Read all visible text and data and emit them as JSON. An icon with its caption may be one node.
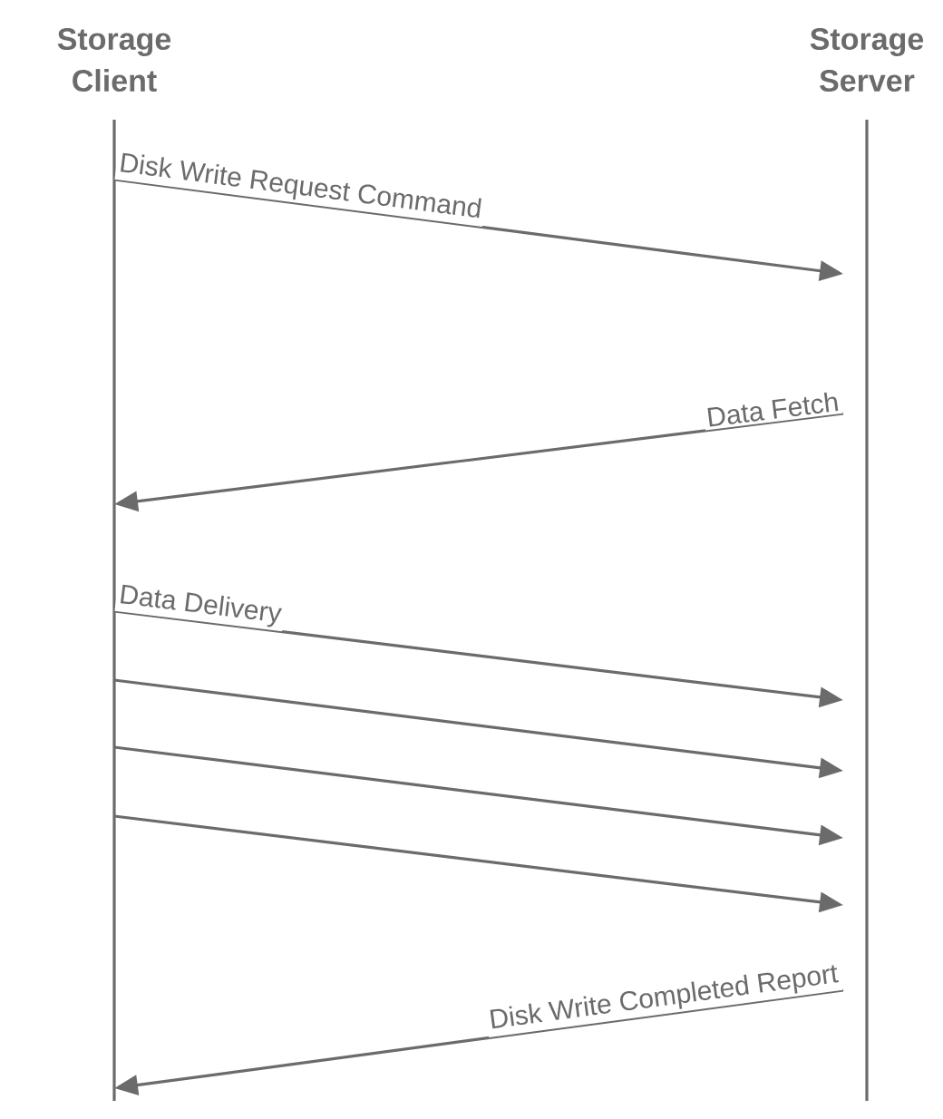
{
  "diagram": {
    "nodes": [
      {
        "text": [
          "Storage Client"
        ]
      },
      {
        "text": [
          "Storage Server"
        ]
      }
    ],
    "edges": [
      {
        "from": 0,
        "to": 1,
        "arrow": "to",
        "label": "Disk Write Request Command"
      },
      {
        "from": 1,
        "to": 0,
        "arrow": "to",
        "label": "Data Fetch"
      },
      {
        "from": 0,
        "to": 1,
        "arrow": "to",
        "label": "Data Delivery"
      },
      {
        "from": 0,
        "to": 1,
        "arrow": "to"
      },
      {
        "from": 0,
        "to": 1,
        "arrow": "to"
      },
      {
        "from": 0,
        "to": 1,
        "arrow": "to"
      },
      {
        "from": 1,
        "to": 0,
        "arrow": "to",
        "label": "Disk Write Completed Report"
      }
    ]
  }
}
